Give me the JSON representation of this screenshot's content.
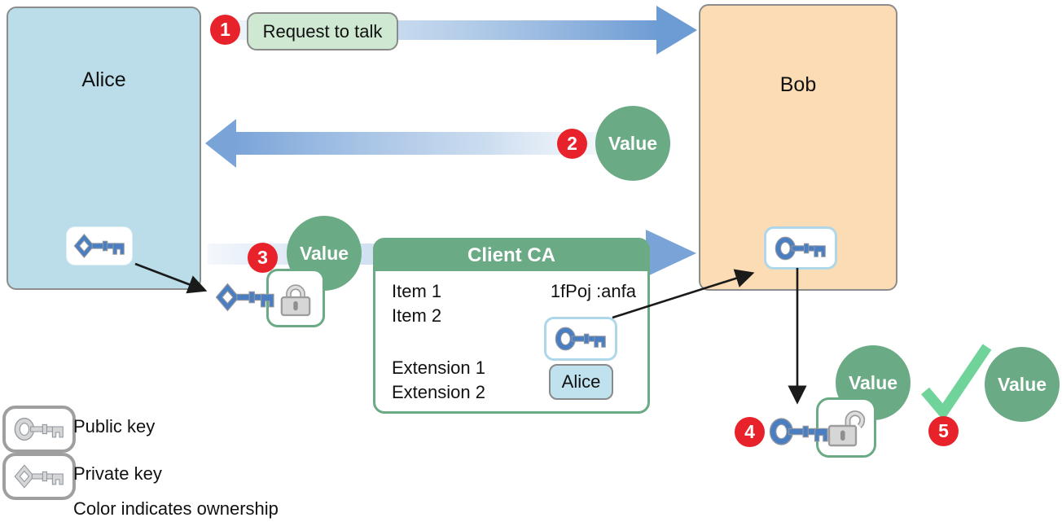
{
  "actors": {
    "alice": {
      "label": "Alice"
    },
    "bob": {
      "label": "Bob"
    }
  },
  "steps": [
    {
      "number": "1",
      "message": "Request to talk"
    },
    {
      "number": "2",
      "value_label": "Value"
    },
    {
      "number": "3",
      "value_label": "Value"
    },
    {
      "number": "4",
      "value_label": "Value"
    },
    {
      "number": "5",
      "value_label": "Value"
    }
  ],
  "certificate": {
    "title": "Client CA",
    "items": [
      "Item 1",
      "Item 2"
    ],
    "signature": "1fPoj :anfa",
    "extensions": [
      "Extension 1",
      "Extension 2"
    ],
    "subject": "Alice"
  },
  "legend": {
    "public_key_label": "Public key",
    "private_key_label": "Private key",
    "note": "Color indicates ownership"
  },
  "icons": [
    "public-key-icon",
    "private-key-icon",
    "closed-lock-icon",
    "open-lock-icon",
    "check-icon",
    "right-arrow-icon",
    "left-arrow-icon",
    "connector-arrow-icon"
  ],
  "colors": {
    "alice_fill": "#badde9",
    "bob_fill": "#fbdcb4",
    "box_border": "#8c8c8c",
    "green_accent": "#6aab85",
    "value_circle": "#6aaa84",
    "check_green": "#70d49a",
    "badge_red": "#e8222a",
    "arrow_blue": "#7aa4d8",
    "arrow_blue_dark": "#6d9bd3",
    "key_blue": "#4a7ec2",
    "keybox_border": "#aed7ea",
    "message_pill_fill": "#cfe8d2",
    "subject_pill_fill": "#bfe2ee",
    "lock_gray": "#d6d6d6"
  }
}
